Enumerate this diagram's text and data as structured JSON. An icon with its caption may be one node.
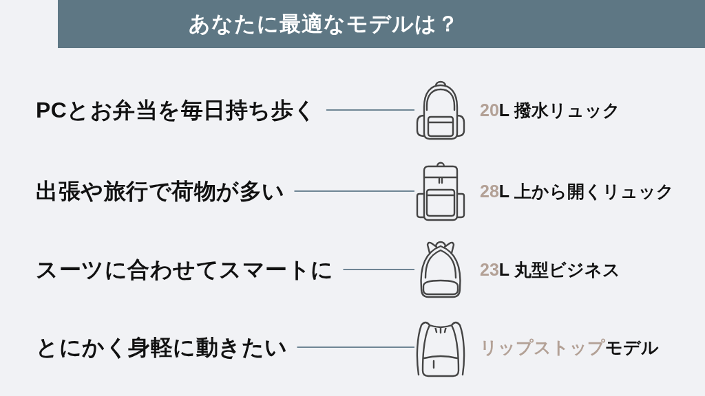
{
  "diagram": {
    "title": "あなたに最適なモデルは？",
    "nodes": [
      {
        "text": [
          "PCとお弁当を毎日持ち歩く"
        ]
      },
      {
        "text": [],
        "shape": "picture",
        "beside": [
          "**20**L 撥水リュック"
        ]
      },
      {
        "text": [
          "出張や旅行で荷物が多い"
        ]
      },
      {
        "text": [],
        "shape": "picture",
        "beside": [
          "**28**L 上から開くリュック"
        ]
      },
      {
        "text": [
          "スーツに合わせてスマートに"
        ]
      },
      {
        "text": [],
        "shape": "picture",
        "beside": [
          "**23**L 丸型ビジネス"
        ]
      },
      {
        "text": [
          "とにかく身軽に動きたい"
        ]
      },
      {
        "text": [],
        "shape": "picture",
        "beside": [
          "**リップストップ**モデル"
        ]
      }
    ],
    "edges": [
      {
        "from": 0,
        "to": 1,
        "arrow": "none"
      },
      {
        "from": 2,
        "to": 3,
        "arrow": "none"
      },
      {
        "from": 4,
        "to": 5,
        "arrow": "none"
      },
      {
        "from": 6,
        "to": 7,
        "arrow": "none"
      }
    ]
  }
}
